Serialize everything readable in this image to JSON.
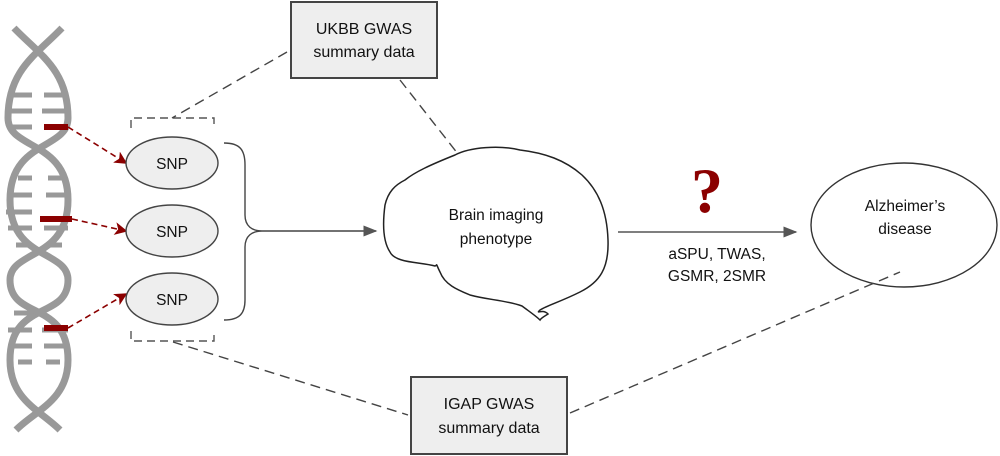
{
  "diagram": {
    "colors": {
      "dna_strand": "#999999",
      "highlight": "#8b0000",
      "box_fill": "#eeeeee",
      "line": "#444444"
    },
    "snps": [
      {
        "label": "SNP"
      },
      {
        "label": "SNP"
      },
      {
        "label": "SNP"
      }
    ],
    "ukbb_box": {
      "line1": "UKBB GWAS",
      "line2": "summary data"
    },
    "igap_box": {
      "line1": "IGAP GWAS",
      "line2": "summary data"
    },
    "brain": {
      "line1": "Brain imaging",
      "line2": "phenotype"
    },
    "outcome": {
      "line1": "Alzheimer’s",
      "line2": "disease"
    },
    "question_mark": "?",
    "methods": {
      "line1": "aSPU, TWAS,",
      "line2": "GSMR, 2SMR"
    }
  }
}
